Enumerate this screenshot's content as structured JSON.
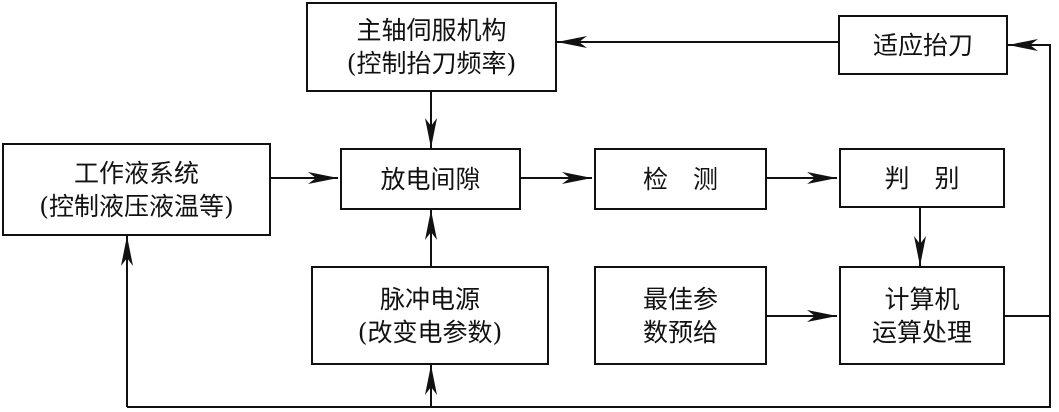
{
  "boxes": {
    "spindle": {
      "line1": "主轴伺服机构",
      "line2": "(控制抬刀频率)"
    },
    "adaptive": {
      "line1": "适应抬刀"
    },
    "fluid": {
      "line1": "工作液系统",
      "line2": "(控制液压液温等)"
    },
    "gap": {
      "line1": "放电间隙"
    },
    "detect": {
      "line1": "检　测"
    },
    "judge": {
      "line1": "判　别"
    },
    "pulse": {
      "line1": "脉冲电源",
      "line2": "(改变电参数)"
    },
    "optimal": {
      "line1": "最佳参",
      "line2": "数预给"
    },
    "computer": {
      "line1": "计算机",
      "line2": "运算处理"
    }
  }
}
